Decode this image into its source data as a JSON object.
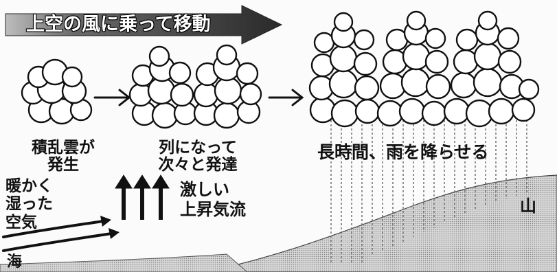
{
  "banner": {
    "text": "上空の風に乗って移動"
  },
  "stages": [
    {
      "line1": "積乱雲が",
      "line2": "発生"
    },
    {
      "line1": "列になって",
      "line2": "次々と発達"
    },
    {
      "line1": "長時間、雨を降らせる"
    }
  ],
  "inflow": {
    "line1": "暖かく",
    "line2": "湿った",
    "line3": "空気"
  },
  "updraft": {
    "line1": "激しい",
    "line2": "上昇気流"
  },
  "terrain": {
    "mountain": "山",
    "sea": "海"
  },
  "colors": {
    "ink": "#111111",
    "cloud_fill": "#ffffff",
    "ground": "#cfcfcf",
    "banner": "#555555"
  }
}
